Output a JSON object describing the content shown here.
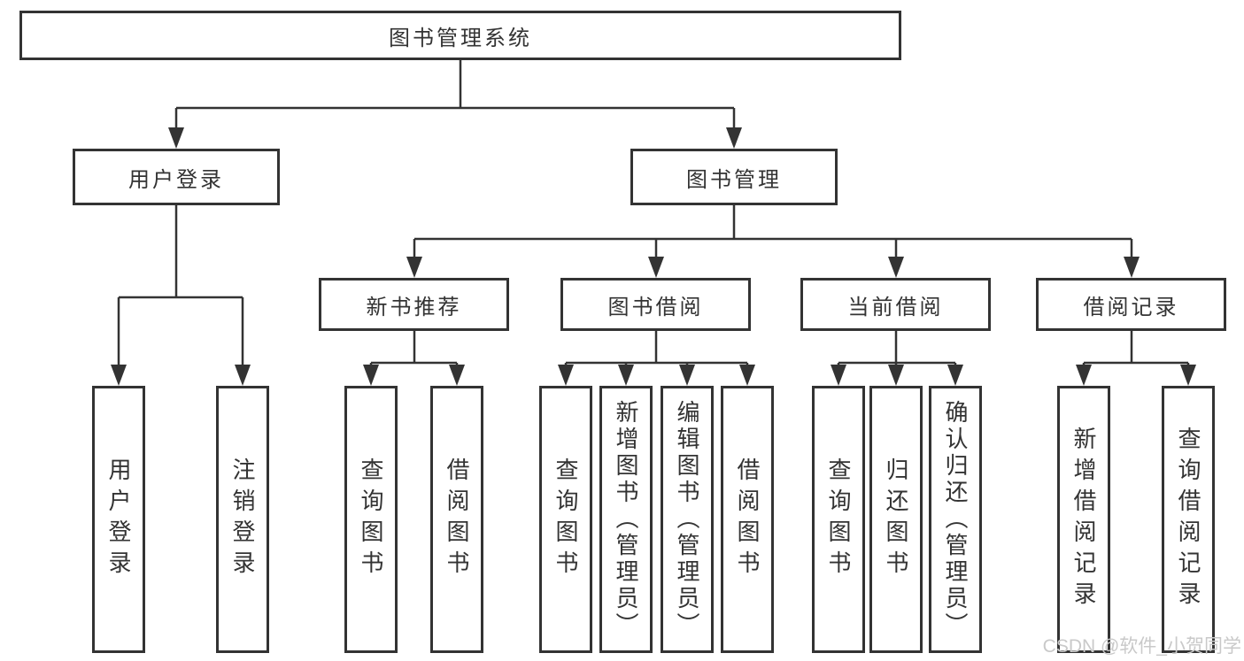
{
  "tree": {
    "label": "图书管理系统",
    "children": [
      {
        "label": "用户登录",
        "children": [
          {
            "label": "用户登录"
          },
          {
            "label": "注销登录"
          }
        ]
      },
      {
        "label": "图书管理",
        "children": [
          {
            "label": "新书推荐",
            "children": [
              {
                "label": "查询图书"
              },
              {
                "label": "借阅图书"
              }
            ]
          },
          {
            "label": "图书借阅",
            "children": [
              {
                "label": "查询图书"
              },
              {
                "label": "新增图书（管理员）"
              },
              {
                "label": "编辑图书（管理员）"
              },
              {
                "label": "借阅图书"
              }
            ]
          },
          {
            "label": "当前借阅",
            "children": [
              {
                "label": "查询图书"
              },
              {
                "label": "归还图书"
              },
              {
                "label": "确认归还（管理员）"
              }
            ]
          },
          {
            "label": "借阅记录",
            "children": [
              {
                "label": "新增借阅记录"
              },
              {
                "label": "查询借阅记录"
              }
            ]
          }
        ]
      }
    ]
  },
  "watermark": {
    "text": "CSDN @软件_小贺同学",
    "color": "#c9c9c9"
  },
  "colors": {
    "line": "#333333",
    "border": "#333333",
    "text": "#333333",
    "background": "#ffffff"
  }
}
